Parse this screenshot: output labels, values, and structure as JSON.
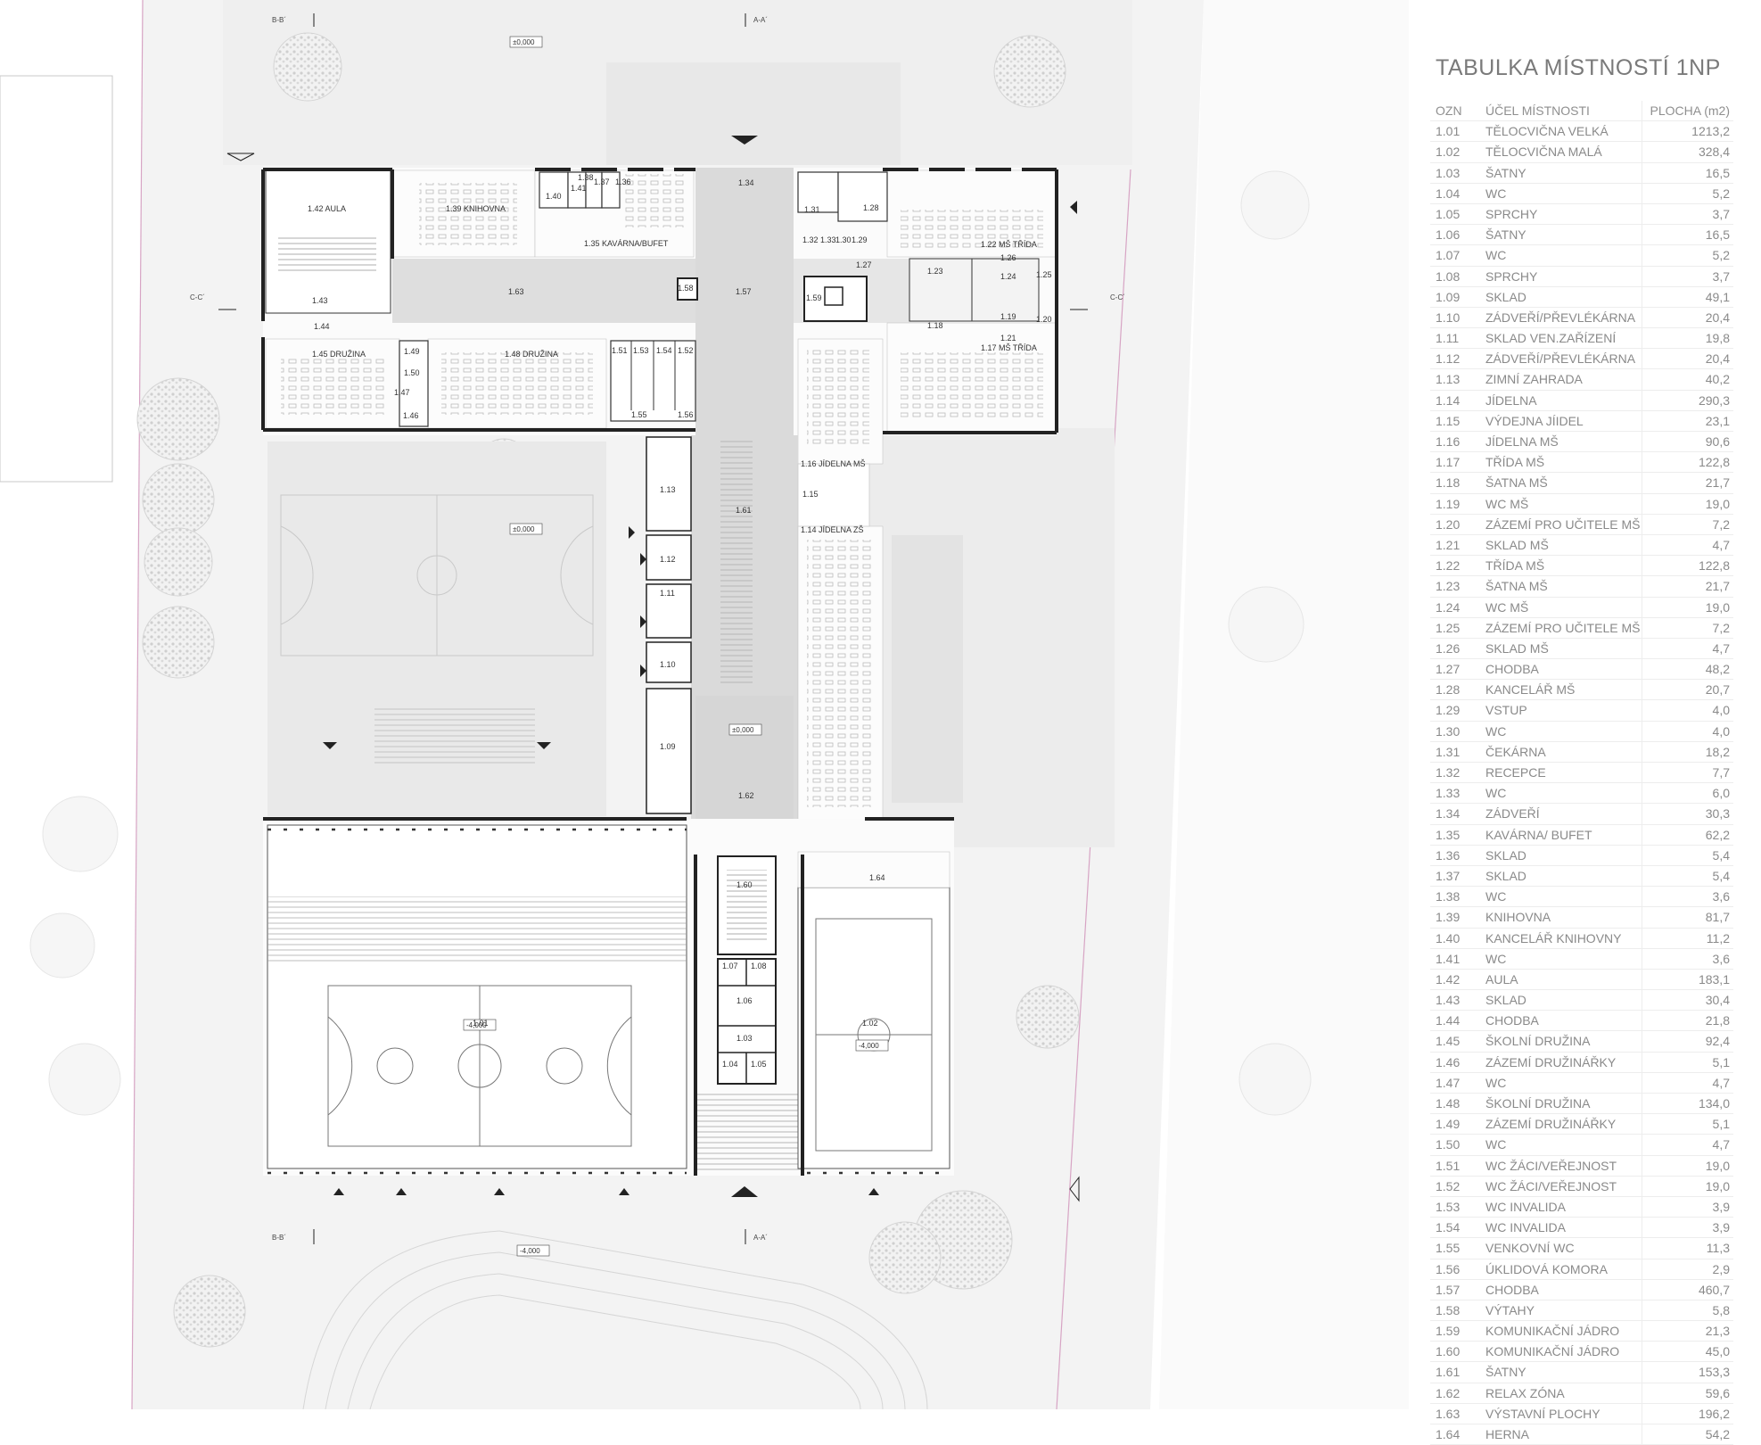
{
  "table": {
    "title": "TABULKA MÍSTNOSTÍ 1NP",
    "headers": {
      "code": "OZN",
      "name": "ÚČEL MÍSTNOSTI",
      "area": "PLOCHA (m2)"
    },
    "rows": [
      {
        "code": "1.01",
        "name": "TĚLOCVIČNA VELKÁ",
        "area": "1213,2"
      },
      {
        "code": "1.02",
        "name": "TĚLOCVIČNA MALÁ",
        "area": "328,4"
      },
      {
        "code": "1.03",
        "name": "ŠATNY",
        "area": "16,5"
      },
      {
        "code": "1.04",
        "name": "WC",
        "area": "5,2"
      },
      {
        "code": "1.05",
        "name": "SPRCHY",
        "area": "3,7"
      },
      {
        "code": "1.06",
        "name": "ŠATNY",
        "area": "16,5"
      },
      {
        "code": "1.07",
        "name": "WC",
        "area": "5,2"
      },
      {
        "code": "1.08",
        "name": "SPRCHY",
        "area": "3,7"
      },
      {
        "code": "1.09",
        "name": "SKLAD",
        "area": "49,1"
      },
      {
        "code": "1.10",
        "name": "ZÁDVEŘÍ/PŘEVLÉKÁRNA",
        "area": "20,4"
      },
      {
        "code": "1.11",
        "name": "SKLAD VEN.ZAŘÍZENÍ",
        "area": "19,8"
      },
      {
        "code": "1.12",
        "name": "ZÁDVEŘÍ/PŘEVLÉKÁRNA",
        "area": "20,4"
      },
      {
        "code": "1.13",
        "name": "ZIMNÍ ZAHRADA",
        "area": "40,2"
      },
      {
        "code": "1.14",
        "name": "JÍDELNA",
        "area": "290,3"
      },
      {
        "code": "1.15",
        "name": "VÝDEJNA JÍIDEL",
        "area": "23,1"
      },
      {
        "code": "1.16",
        "name": "JÍDELNA MŠ",
        "area": "90,6"
      },
      {
        "code": "1.17",
        "name": "TŘÍDA MŠ",
        "area": "122,8"
      },
      {
        "code": "1.18",
        "name": "ŠATNA MŠ",
        "area": "21,7"
      },
      {
        "code": "1.19",
        "name": "WC MŠ",
        "area": "19,0"
      },
      {
        "code": "1.20",
        "name": "ZÁZEMÍ PRO UČITELE MŠ",
        "area": "7,2"
      },
      {
        "code": "1.21",
        "name": "SKLAD MŠ",
        "area": "4,7"
      },
      {
        "code": "1.22",
        "name": "TŘÍDA MŠ",
        "area": "122,8"
      },
      {
        "code": "1.23",
        "name": "ŠATNA MŠ",
        "area": "21,7"
      },
      {
        "code": "1.24",
        "name": "WC MŠ",
        "area": "19,0"
      },
      {
        "code": "1.25",
        "name": "ZÁZEMÍ PRO UČITELE MŠ",
        "area": "7,2"
      },
      {
        "code": "1.26",
        "name": "SKLAD MŠ",
        "area": "4,7"
      },
      {
        "code": "1.27",
        "name": "CHODBA",
        "area": "48,2"
      },
      {
        "code": "1.28",
        "name": "KANCELÁŘ MŠ",
        "area": "20,7"
      },
      {
        "code": "1.29",
        "name": "VSTUP",
        "area": "4,0"
      },
      {
        "code": "1.30",
        "name": "WC",
        "area": "4,0"
      },
      {
        "code": "1.31",
        "name": "ČEKÁRNA",
        "area": "18,2"
      },
      {
        "code": "1.32",
        "name": "RECEPCE",
        "area": "7,7"
      },
      {
        "code": "1.33",
        "name": "WC",
        "area": "6,0"
      },
      {
        "code": "1.34",
        "name": "ZÁDVEŘÍ",
        "area": "30,3"
      },
      {
        "code": "1.35",
        "name": "KAVÁRNA/ BUFET",
        "area": "62,2"
      },
      {
        "code": "1.36",
        "name": "SKLAD",
        "area": "5,4"
      },
      {
        "code": "1.37",
        "name": "SKLAD",
        "area": "5,4"
      },
      {
        "code": "1.38",
        "name": "WC",
        "area": "3,6"
      },
      {
        "code": "1.39",
        "name": "KNIHOVNA",
        "area": "81,7"
      },
      {
        "code": "1.40",
        "name": "KANCELÁŘ KNIHOVNY",
        "area": "11,2"
      },
      {
        "code": "1.41",
        "name": "WC",
        "area": "3,6"
      },
      {
        "code": "1.42",
        "name": "AULA",
        "area": "183,1"
      },
      {
        "code": "1.43",
        "name": "SKLAD",
        "area": "30,4"
      },
      {
        "code": "1.44",
        "name": "CHODBA",
        "area": "21,8"
      },
      {
        "code": "1.45",
        "name": "ŠKOLNÍ DRUŽINA",
        "area": "92,4"
      },
      {
        "code": "1.46",
        "name": "ZÁZEMÍ DRUŽINÁŘKY",
        "area": "5,1"
      },
      {
        "code": "1.47",
        "name": "WC",
        "area": "4,7"
      },
      {
        "code": "1.48",
        "name": "ŠKOLNÍ DRUŽINA",
        "area": "134,0"
      },
      {
        "code": "1.49",
        "name": "ZÁZEMÍ DRUŽINÁŘKY",
        "area": "5,1"
      },
      {
        "code": "1.50",
        "name": "WC",
        "area": "4,7"
      },
      {
        "code": "1.51",
        "name": "WC ŽÁCI/VEŘEJNOST",
        "area": "19,0"
      },
      {
        "code": "1.52",
        "name": "WC ŽÁCI/VEŘEJNOST",
        "area": "19,0"
      },
      {
        "code": "1.53",
        "name": "WC INVALIDA",
        "area": "3,9"
      },
      {
        "code": "1.54",
        "name": "WC INVALIDA",
        "area": "3,9"
      },
      {
        "code": "1.55",
        "name": "VENKOVNÍ WC",
        "area": "11,3"
      },
      {
        "code": "1.56",
        "name": "ÚKLIDOVÁ KOMORA",
        "area": "2,9"
      },
      {
        "code": "1.57",
        "name": "CHODBA",
        "area": "460,7"
      },
      {
        "code": "1.58",
        "name": "VÝTAHY",
        "area": "5,8"
      },
      {
        "code": "1.59",
        "name": "KOMUNIKAČNÍ JÁDRO",
        "area": "21,3"
      },
      {
        "code": "1.60",
        "name": "KOMUNIKAČNÍ JÁDRO",
        "area": "45,0"
      },
      {
        "code": "1.61",
        "name": "ŠATNY",
        "area": "153,3"
      },
      {
        "code": "1.62",
        "name": "RELAX ZÓNA",
        "area": "59,6"
      },
      {
        "code": "1.63",
        "name": "VÝSTAVNÍ PLOCHY",
        "area": "196,2"
      },
      {
        "code": "1.64",
        "name": "HERNA",
        "area": "54,2"
      }
    ]
  },
  "plan": {
    "section_labels": {
      "a": "A-A´",
      "b": "B-B´",
      "c": "C-C´"
    },
    "levels": {
      "ground": "±0,000",
      "sunken": "-4,000"
    },
    "room_labels": {
      "r101": "1.01",
      "r102": "1.02",
      "r103": "1.03",
      "r104": "1.04",
      "r105": "1.05",
      "r106": "1.06",
      "r107": "1.07",
      "r108": "1.08",
      "r109": "1.09",
      "r110": "1.10",
      "r111": "1.11",
      "r112": "1.12",
      "r113": "1.13",
      "r114": "1.14 JÍDELNA ZŠ",
      "r115": "1.15",
      "r116": "1.16 JÍDELNA MŠ",
      "r117": "1.17 MŠ TŘÍDA",
      "r118": "1.18",
      "r119": "1.19",
      "r120": "1.20",
      "r121": "1.21",
      "r122": "1.22 MŠ TŘÍDA",
      "r123": "1.23",
      "r124": "1.24",
      "r125": "1.25",
      "r126": "1.26",
      "r127": "1.27",
      "r128": "1.28",
      "r129": "1.29",
      "r130": "1.30",
      "r131": "1.31",
      "r132": "1.32",
      "r133": "1.33",
      "r134": "1.34",
      "r135": "1.35 KAVÁRNA/BUFET",
      "r136": "1.36",
      "r137": "1.37",
      "r138": "1.38",
      "r139": "1.39 KNIHOVNA",
      "r140": "1.40",
      "r141": "1.41",
      "r142": "1.42 AULA",
      "r143": "1.43",
      "r144": "1.44",
      "r145": "1.45 DRUŽINA",
      "r146": "1.46",
      "r147": "1.47",
      "r148": "1.48 DRUŽINA",
      "r149": "1.49",
      "r150": "1.50",
      "r151": "1.51",
      "r152": "1.52",
      "r153": "1.53",
      "r154": "1.54",
      "r155": "1.55",
      "r156": "1.56",
      "r157": "1.57",
      "r158": "1.58",
      "r159": "1.59",
      "r160": "1.60",
      "r161": "1.61",
      "r162": "1.62",
      "r163": "1.63",
      "r164": "1.64"
    }
  }
}
